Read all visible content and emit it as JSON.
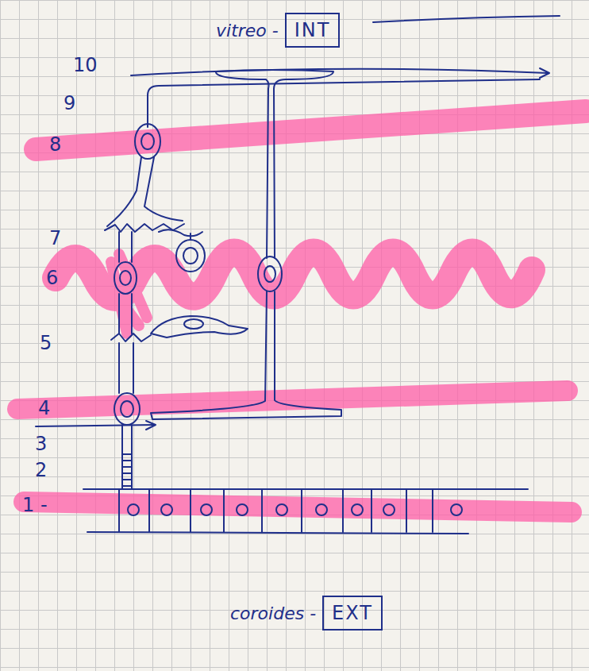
{
  "diagram": {
    "nodes": [
      {
        "text": [
          "vitreo -",
          "INT"
        ]
      },
      {
        "text": [
          "coroides -",
          "EXT"
        ]
      }
    ],
    "labels": [
      "10",
      "9",
      "8",
      "7",
      "6",
      "5",
      "4",
      "3",
      "2",
      "1 -"
    ]
  }
}
